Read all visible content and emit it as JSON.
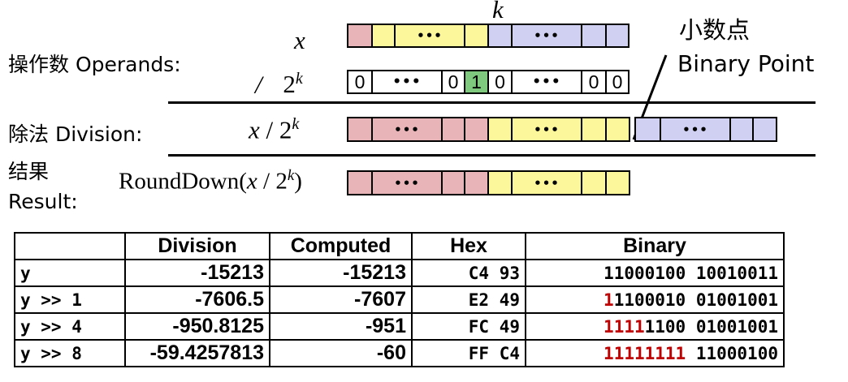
{
  "labels": {
    "operands": "操作数 Operands:",
    "division": "除法 Division:",
    "result_cn": "结果",
    "result_en": "Result:",
    "binary_point_cn": "小数点",
    "binary_point_en": "Binary Point",
    "k": "k",
    "x": "x",
    "slash": "/",
    "two": "2",
    "x_div_2k_x": "x",
    "x_div_2k_slash": " / 2",
    "rounddown_prefix": "RoundDown(",
    "rounddown_x": "x",
    "rounddown_mid": " / 2",
    "rounddown_suffix": ")",
    "dots": "•••"
  },
  "divisor_bits": {
    "b0": "0",
    "b1": "0",
    "b2": "1",
    "b3": "0",
    "b4": "0",
    "b5": "0"
  },
  "table": {
    "headers": [
      "",
      "Division",
      "Computed",
      "Hex",
      "Binary"
    ],
    "rows": [
      {
        "expr": "y",
        "division": "-15213",
        "computed": "-15213",
        "hex": "C4 93",
        "bin_red": "",
        "bin_rest": "11000100 10010011"
      },
      {
        "expr": "y >> 1",
        "division": "-7606.5",
        "computed": "-7607",
        "hex": "E2 49",
        "bin_red": "1",
        "bin_rest": "1100010 01001001"
      },
      {
        "expr": "y >> 4",
        "division": "-950.8125",
        "computed": "-951",
        "hex": "FC 49",
        "bin_red": "1111",
        "bin_rest": "1100 01001001"
      },
      {
        "expr": "y >> 8",
        "division": "-59.4257813",
        "computed": "-60",
        "hex": "FF C4",
        "bin_red": "11111111",
        "bin_rest": " 11000100"
      }
    ]
  },
  "colors": {
    "sign": "#e8b4b8",
    "integer": "#fbf79a",
    "fraction": "#cfd0f2",
    "one_bit": "#7ec97e",
    "highlight_text": "#c00000"
  }
}
